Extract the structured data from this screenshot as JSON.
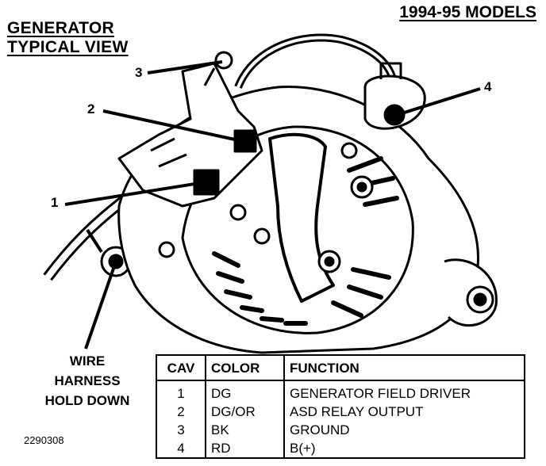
{
  "title": {
    "line1": "GENERATOR",
    "line2": "TYPICAL VIEW"
  },
  "models": "1994-95 MODELS",
  "callouts": {
    "c1": "1",
    "c2": "2",
    "c3": "3",
    "c4": "4"
  },
  "harness": {
    "line1": "WIRE",
    "line2": "HARNESS",
    "line3": "HOLD DOWN"
  },
  "figure_id": "2290308",
  "table": {
    "headers": {
      "cav": "CAV",
      "color": "COLOR",
      "function": "FUNCTION"
    },
    "rows": [
      {
        "cav": "1",
        "color": "DG",
        "function": "GENERATOR FIELD DRIVER"
      },
      {
        "cav": "2",
        "color": "DG/OR",
        "function": "ASD RELAY OUTPUT"
      },
      {
        "cav": "3",
        "color": "BK",
        "function": "GROUND"
      },
      {
        "cav": "4",
        "color": "RD",
        "function": "B(+)"
      }
    ]
  }
}
